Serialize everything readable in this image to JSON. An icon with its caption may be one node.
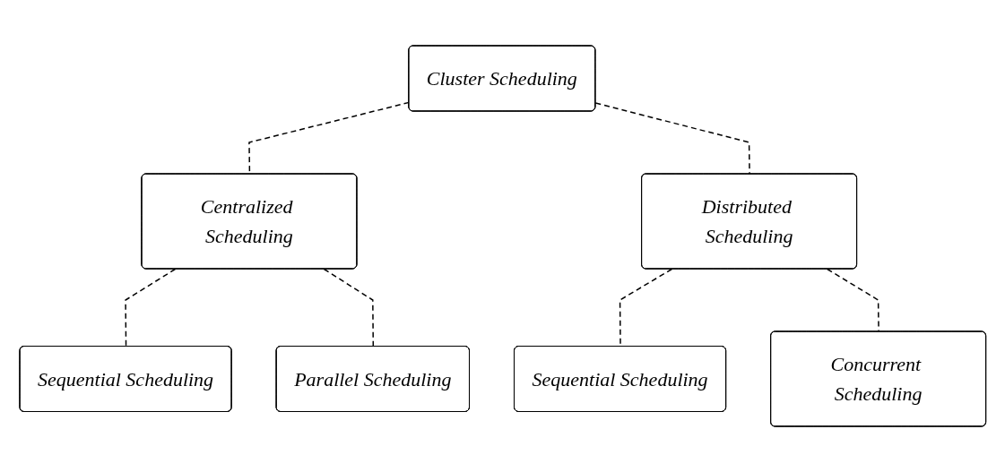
{
  "diagram": {
    "nodes": [
      {
        "text": [
          "Cluster Scheduling"
        ]
      },
      {
        "text": [
          "Centralized Scheduling"
        ]
      },
      {
        "text": [
          "Distributed Scheduling"
        ]
      },
      {
        "text": [
          "Sequential Scheduling"
        ]
      },
      {
        "text": [
          "Parallel Scheduling"
        ]
      },
      {
        "text": [
          "Sequential Scheduling"
        ]
      },
      {
        "text": [
          "Concurrent Scheduling"
        ]
      }
    ],
    "edges": [
      {
        "from": 0,
        "to": 1,
        "arrow": "none",
        "style": "dashed"
      },
      {
        "from": 0,
        "to": 2,
        "arrow": "none",
        "style": "dashed"
      },
      {
        "from": 1,
        "to": 3,
        "arrow": "none",
        "style": "dashed"
      },
      {
        "from": 1,
        "to": 4,
        "arrow": "none",
        "style": "dashed"
      },
      {
        "from": 2,
        "to": 5,
        "arrow": "none",
        "style": "dashed"
      },
      {
        "from": 2,
        "to": 6,
        "arrow": "none",
        "style": "dashed"
      }
    ]
  }
}
